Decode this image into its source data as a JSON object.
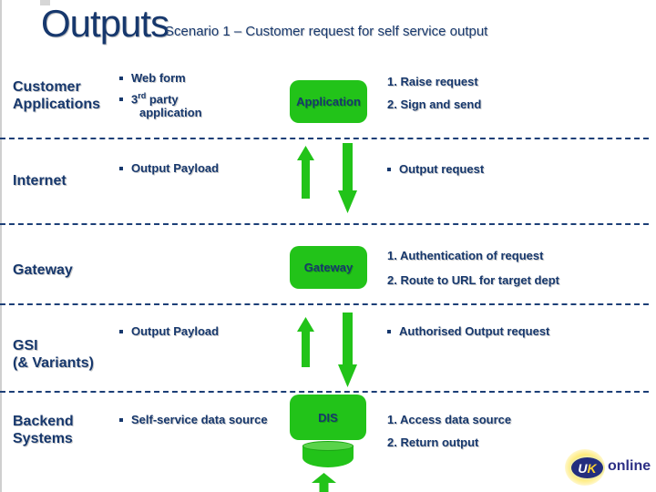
{
  "header": {
    "title": "Outputs",
    "subtitle": "Scenario 1 – Customer request for self service output"
  },
  "colors": {
    "navy_text": "#17386d",
    "green_shapes": "#22c319",
    "divider_navy": "#1c3f77"
  },
  "rows": {
    "customer_applications": {
      "label_line1": "Customer",
      "label_line2": "Applications",
      "bullet1": "Web form",
      "bullet2_num": "3",
      "bullet2_sup": "rd",
      "bullet2_rest": " party",
      "bullet2_line2": "application",
      "box_label": "Application",
      "right1": "1. Raise request",
      "right2": "2. Sign and send"
    },
    "internet": {
      "label": "Internet",
      "bullet": "Output Payload",
      "right_bullet": "Output request"
    },
    "gateway": {
      "label": "Gateway",
      "box_label": "Gateway",
      "right1": "1. Authentication of request",
      "right2": "2. Route to URL for target dept"
    },
    "gsi": {
      "label_line1": "GSI",
      "label_line2": "(& Variants)",
      "bullet": "Output Payload",
      "right_bullet": "Authorised Output request"
    },
    "backend": {
      "label_line1": "Backend",
      "label_line2": "Systems",
      "bullet": "Self-service data source",
      "box_label": "DIS",
      "right1": "1. Access data source",
      "right2": "2. Return output"
    }
  },
  "logo": {
    "uk_u": "U",
    "uk_k": "K",
    "online": "online"
  }
}
